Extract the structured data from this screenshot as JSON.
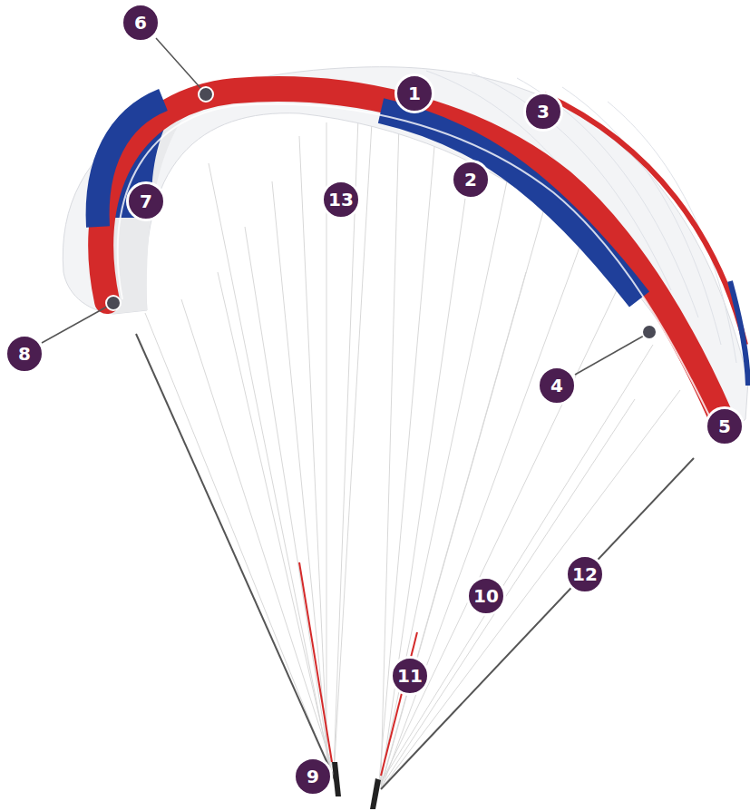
{
  "diagram": {
    "labels": [
      "6",
      "1",
      "3",
      "2",
      "7",
      "13",
      "8",
      "4",
      "5",
      "12",
      "10",
      "11",
      "9"
    ]
  }
}
